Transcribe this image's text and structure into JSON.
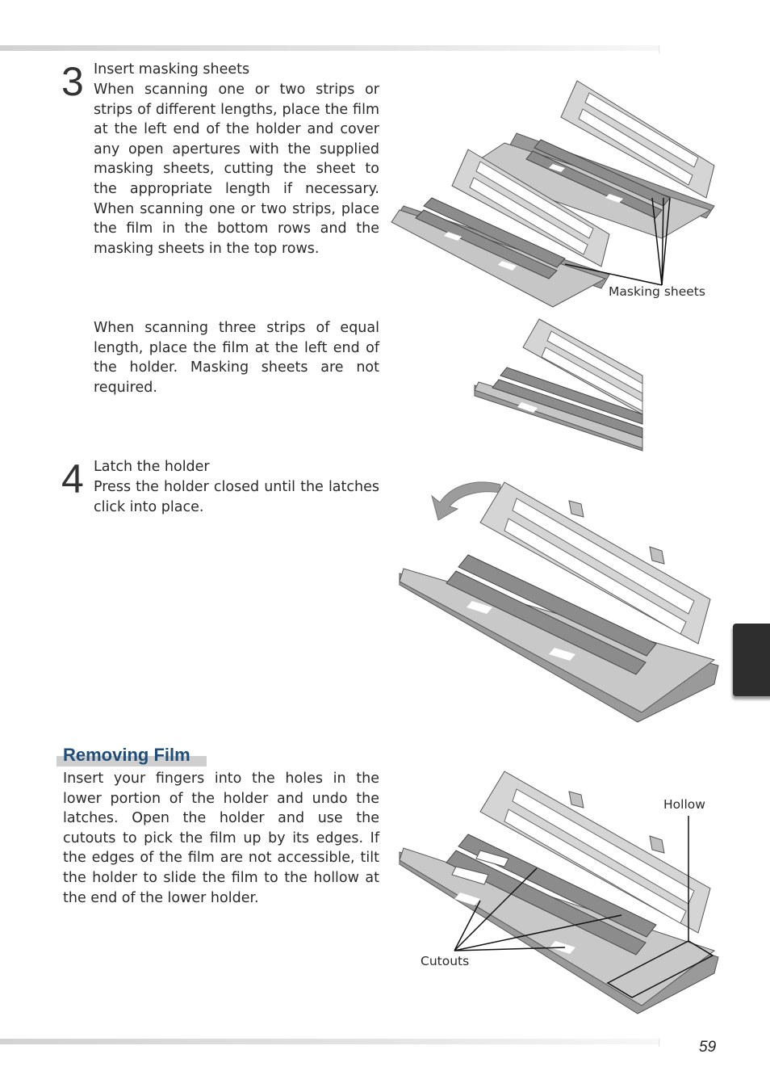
{
  "step3": {
    "number": "3",
    "title": "Insert masking sheets",
    "para1": "When scanning one or two strips or strips of different lengths, place the film at the left end of the holder and cover any open apertures with the supplied masking sheets, cutting the sheet to the appropriate length if necessary.  When scanning one or two strips, place the film in the bottom rows and the masking sheets in the top rows.",
    "para2": "When scanning three strips of equal length, place the film at the left end of the holder.  Masking sheets are not required.",
    "callout_masking": "Masking sheets"
  },
  "step4": {
    "number": "4",
    "title": "Latch the holder",
    "para": "Press the holder closed until the latches click into place."
  },
  "removing": {
    "heading": "Removing Film",
    "para": "Insert your fingers into the holes in the lower portion of the holder and undo the latches.  Open the holder and use the cutouts to pick the film up by its edges.  If the edges of the film are not accessible, tilt the holder to slide the film to the hollow at the end of the lower holder.",
    "callout_hollow": "Hollow",
    "callout_cutouts": "Cutouts"
  },
  "footer": {
    "page_number": "59"
  },
  "colors": {
    "heading_blue": "#1f4e7a",
    "tab_dark": "#2e2e2e",
    "heading_bar": "#cfcfcf"
  }
}
